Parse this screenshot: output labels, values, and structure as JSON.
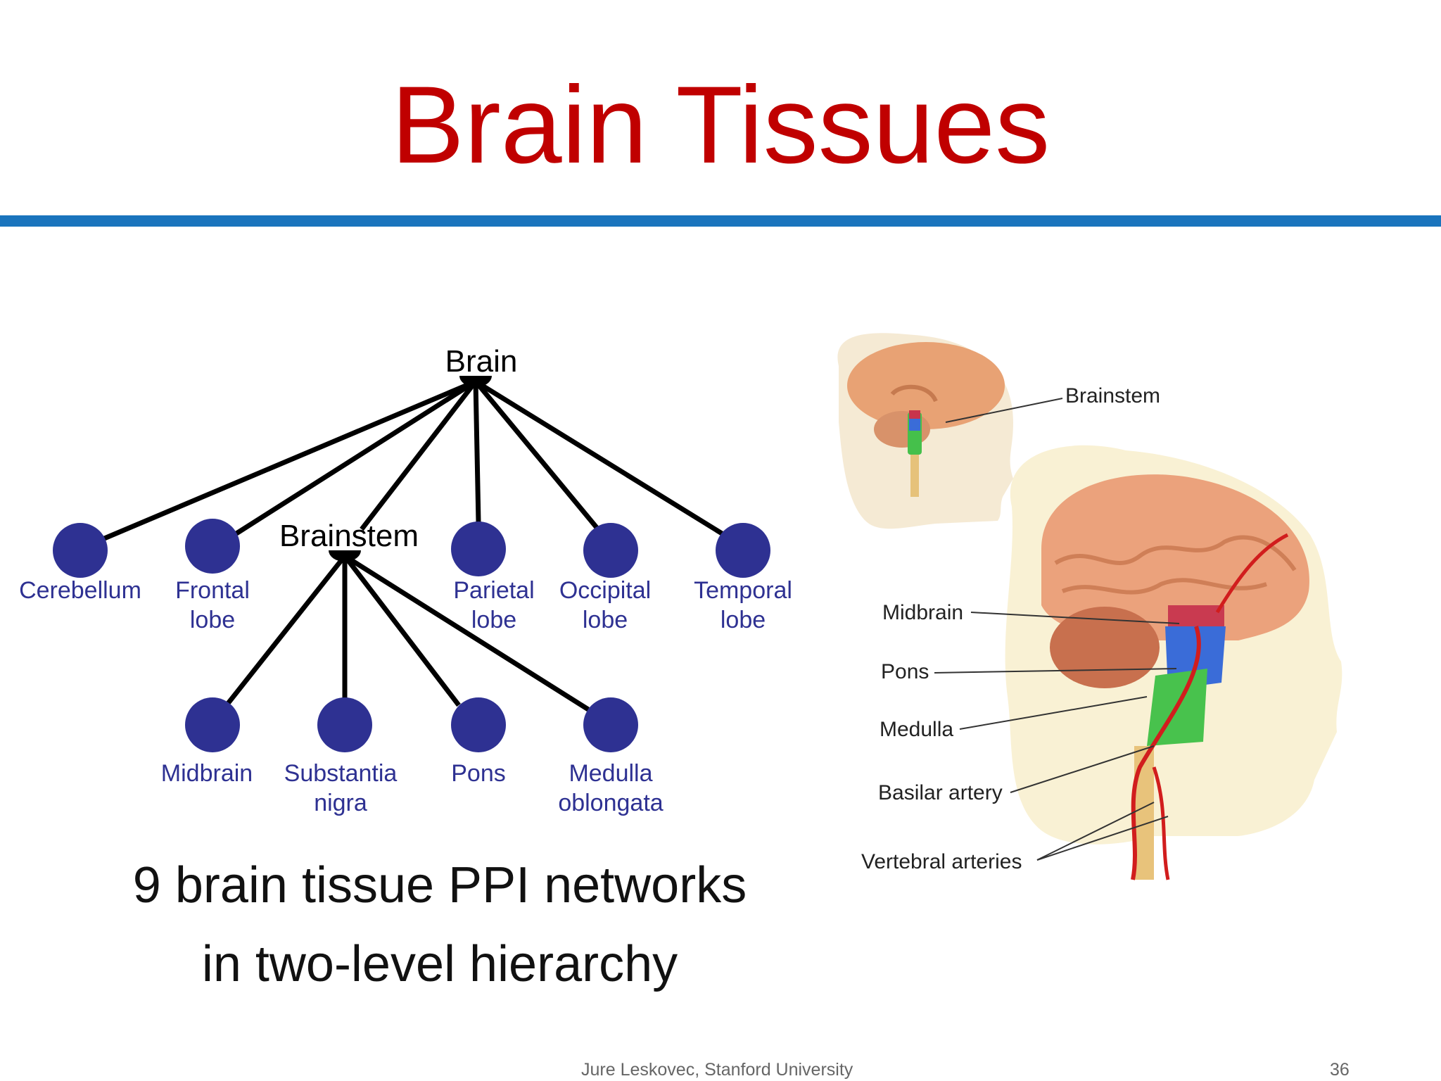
{
  "slide": {
    "title": "Brain Tissues",
    "caption_line1": "9 brain tissue PPI networks",
    "caption_line2": "in two-level hierarchy",
    "footer_author": "Jure Leskovec, Stanford University",
    "page_number": "36"
  },
  "colors": {
    "title": "#c00000",
    "rule": "#1a74bd",
    "node": "#2e3192",
    "node_label": "#2e3192"
  },
  "hierarchy": {
    "root": "Brain",
    "subroot": "Brainstem",
    "top_level": [
      {
        "id": "cerebellum",
        "lines": [
          "Cerebellum"
        ]
      },
      {
        "id": "frontal",
        "lines": [
          "Frontal",
          "lobe"
        ]
      },
      {
        "id": "parietal",
        "lines": [
          "Parietal",
          "lobe"
        ]
      },
      {
        "id": "occipital",
        "lines": [
          "Occipital",
          "lobe"
        ]
      },
      {
        "id": "temporal",
        "lines": [
          "Temporal",
          "lobe"
        ]
      }
    ],
    "second_level": [
      {
        "id": "midbrain",
        "lines": [
          "Midbrain"
        ]
      },
      {
        "id": "substantia",
        "lines": [
          "Substantia",
          "nigra"
        ]
      },
      {
        "id": "pons",
        "lines": [
          "Pons"
        ]
      },
      {
        "id": "medulla",
        "lines": [
          "Medulla",
          "oblongata"
        ]
      }
    ]
  },
  "illustration": {
    "labels": [
      "Brainstem",
      "Midbrain",
      "Pons",
      "Medulla",
      "Basilar artery",
      "Vertebral arteries"
    ]
  }
}
